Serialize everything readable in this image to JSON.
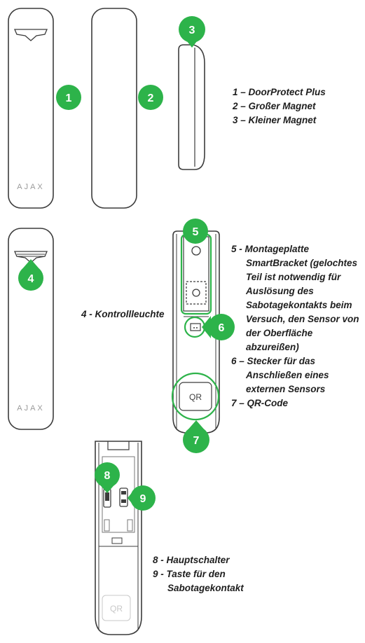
{
  "device_text": {
    "logo": "AJAX",
    "qr": "QR"
  },
  "callouts": [
    "1",
    "2",
    "3",
    "4",
    "5",
    "6",
    "7",
    "8",
    "9"
  ],
  "captions": {
    "c1": "1 – DoorProtect Plus",
    "c2": "2 – Großer Magnet",
    "c3": "3 – Kleiner Magnet",
    "c4": "4 - Kontrollleuchte",
    "c5": [
      "5 - Montageplatte",
      "SmartBracket (gelochtes",
      "Teil ist notwendig für",
      "Auslösung des",
      "Sabotagekontakts beim",
      "Versuch, den Sensor von",
      "der Oberfläche",
      "abzureißen)"
    ],
    "c6": [
      "6 – Stecker für das",
      "Anschließen eines",
      "externen Sensors"
    ],
    "c7": "7 – QR-Code",
    "c8": "8 - Hauptschalter",
    "c9": [
      "9 - Taste für den",
      "Sabotagekontakt"
    ]
  },
  "colors": {
    "callout": "#2db34a",
    "outline": "#3c3c3c",
    "logo": "#9a9a9a"
  }
}
